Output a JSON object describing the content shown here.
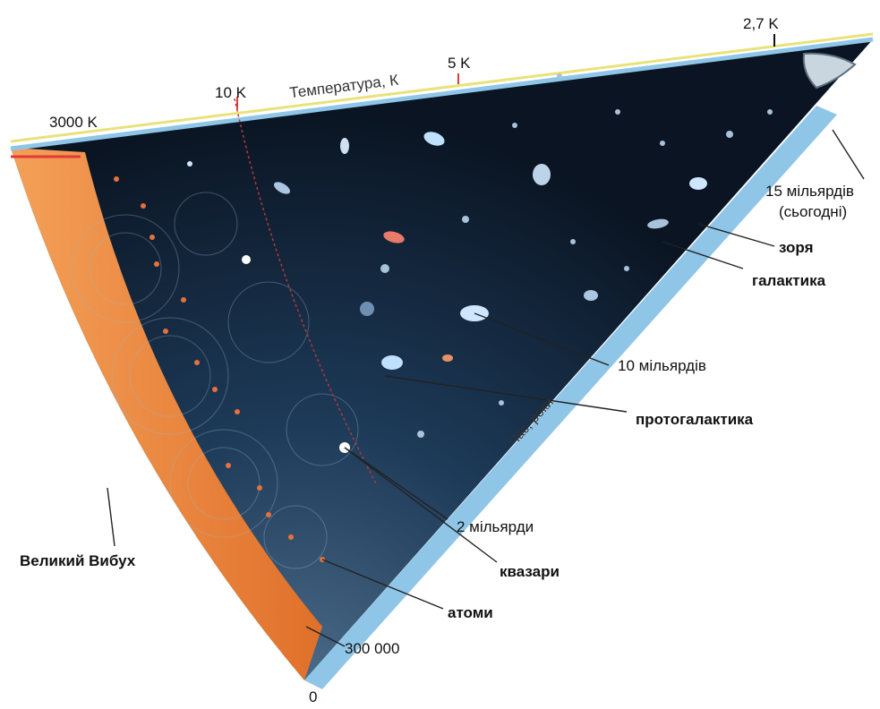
{
  "temperature_axis": {
    "title": "Температура, К",
    "ticks": [
      "3000 K",
      "10 K",
      "5 K",
      "2,7 K"
    ]
  },
  "time_axis": {
    "title": "Час, роки",
    "ticks": [
      "0",
      "300 000",
      "2 мільярди",
      "10 мільярдів",
      "15 мільярдів",
      "(сьогодні)"
    ]
  },
  "labels": {
    "big_bang": "Великий Вибух",
    "atoms": "атоми",
    "quasars": "квазари",
    "protogalaxy": "протогалактика",
    "star": "зоря",
    "galaxy": "галактика"
  },
  "colors": {
    "big_bang_band": "#f08a3c",
    "space": "#0f1f33",
    "edge_band": "#8fc6e8",
    "accent_line": "#e9e27a"
  }
}
